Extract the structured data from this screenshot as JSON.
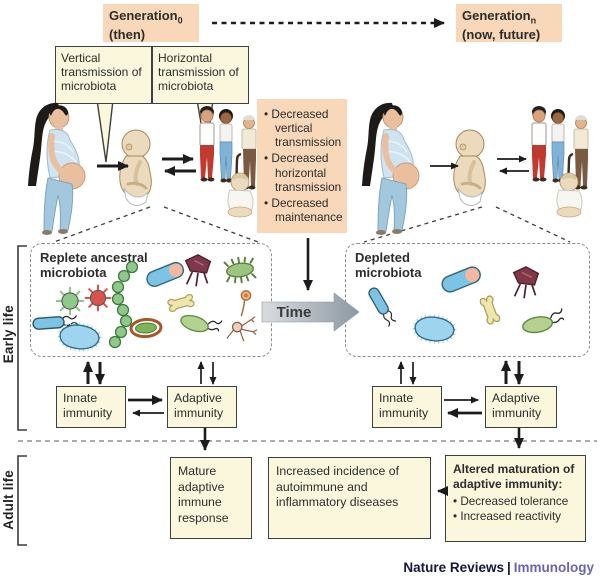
{
  "header": {
    "gen0": {
      "label": "Generation",
      "sub": "0",
      "line2": "(then)"
    },
    "genN": {
      "label": "Generation",
      "sub": "n",
      "line2": "(now, future)"
    }
  },
  "bubbles": {
    "vertical": "Vertical transmission of microbiota",
    "horizontal": "Horizontal transmission of microbiota"
  },
  "decreased_box": {
    "items": [
      "Decreased vertical transmission",
      "Decreased horizontal transmission",
      "Decreased maintenance"
    ]
  },
  "time_label": "Time",
  "microbiota": {
    "left_label": "Replete ancestral microbiota",
    "right_label": "Depleted microbiota",
    "microbe_icons": [
      "virus-icon",
      "bacterium-rod-icon",
      "ciliate-icon",
      "streptococcus-chain-icon",
      "capsule-bacterium-icon",
      "encapsulated-bacterium-icon",
      "phage-icon",
      "spiky-bacterium-icon",
      "bone-shaped-bacterium-icon",
      "flagellate-bacterium-icon",
      "spore-icon",
      "branching-microbe-icon"
    ]
  },
  "life_stages": {
    "early": "Early life",
    "adult": "Adult life"
  },
  "immunity": {
    "innate": "Innate immunity",
    "adaptive": "Adaptive immunity"
  },
  "outcomes": {
    "mature": "Mature adaptive immune response",
    "increased": "Increased incidence of autoimmune and inflammatory diseases",
    "altered_title": "Altered maturation of adaptive immunity:",
    "altered_items": [
      "Decreased tolerance",
      "Increased reactivity"
    ]
  },
  "footer": {
    "brand": "Nature Reviews",
    "divider": "|",
    "journal": "Immunology"
  },
  "colors": {
    "peach": "#f8d8b8",
    "cream": "#faf7dd",
    "footer_brand": "#15143e",
    "footer_journal": "#6c63b0"
  }
}
